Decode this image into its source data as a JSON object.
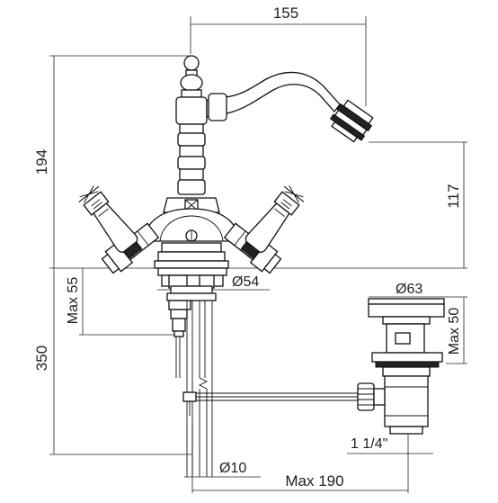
{
  "drawing": {
    "dimensions": {
      "top_width": "155",
      "total_height": "194",
      "spout_height": "117",
      "max_55": "Max 55",
      "diameter_54": "Ø54",
      "length_350": "350",
      "diameter_63": "Ø63",
      "max_50": "Max 50",
      "thread": "1 1/4\"",
      "diameter_10": "Ø10",
      "max_190": "Max 190"
    }
  }
}
